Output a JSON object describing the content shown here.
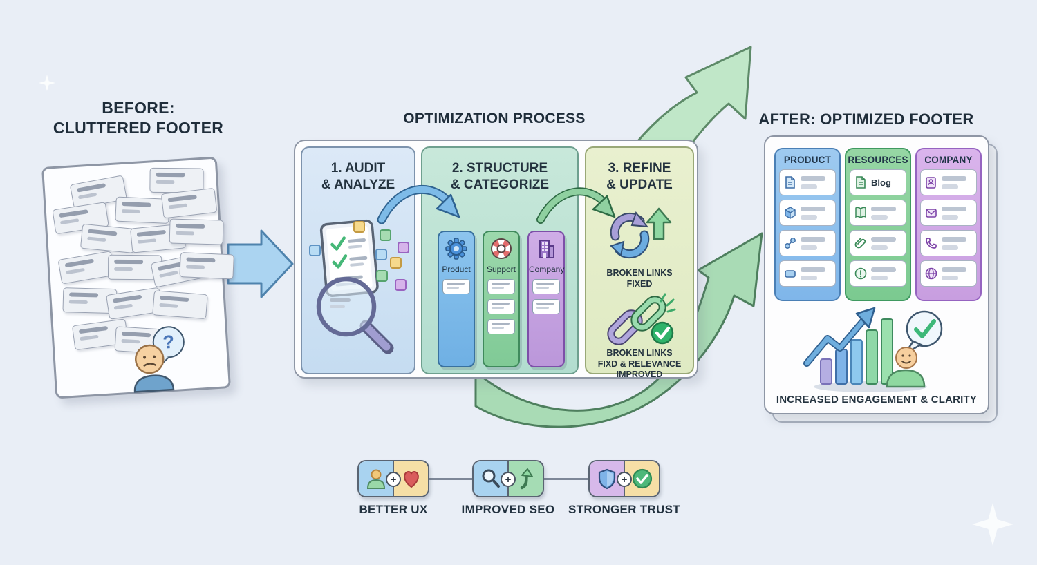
{
  "before": {
    "title": "BEFORE:\nCLUTTERED FOOTER",
    "question_mark": "?"
  },
  "process": {
    "title": "OPTIMIZATION PROCESS",
    "steps": [
      {
        "title": "1. AUDIT\n& ANALYZE"
      },
      {
        "title": "2. STRUCTURE\n& CATEGORIZE",
        "columns": [
          {
            "label": "Product"
          },
          {
            "label": "Support"
          },
          {
            "label": "Company"
          }
        ]
      },
      {
        "title": "3. REFINE\n& UPDATE",
        "caption_top": "BROKEN LINKS\nFIXED",
        "caption_bottom": "BROKEN LINKS\nFIXD & RELEVANCE\nIMPROVED"
      }
    ]
  },
  "after": {
    "title": "AFTER: OPTIMIZED FOOTER",
    "columns": [
      {
        "header": "PRODUCT",
        "items": [
          {
            "icon": "document-icon"
          },
          {
            "icon": "cube-icon"
          },
          {
            "icon": "link-icon"
          },
          {
            "icon": "button-icon"
          }
        ]
      },
      {
        "header": "RESOURCES",
        "items": [
          {
            "icon": "document-icon",
            "label": "Blog"
          },
          {
            "icon": "book-icon"
          },
          {
            "icon": "paperclip-icon"
          },
          {
            "icon": "alert-circle-icon"
          }
        ]
      },
      {
        "header": "COMPANY",
        "items": [
          {
            "icon": "contact-card-icon"
          },
          {
            "icon": "envelope-icon"
          },
          {
            "icon": "phone-icon"
          },
          {
            "icon": "globe-icon"
          }
        ]
      }
    ],
    "caption": "INCREASED ENGAGEMENT & CLARITY"
  },
  "benefits": {
    "plus": "+",
    "items": [
      {
        "label": "BETTER UX",
        "icons": [
          "user-icon",
          "heart-icon"
        ]
      },
      {
        "label": "IMPROVED SEO",
        "icons": [
          "magnifier-icon",
          "growth-arrow-icon"
        ]
      },
      {
        "label": "STRONGER TRUST",
        "icons": [
          "shield-icon",
          "check-circle-icon"
        ]
      }
    ]
  },
  "palette": {
    "background": "#e9eef6",
    "ink": "#1f2d3a",
    "blue": "#7db8e8",
    "green": "#8fd8a8",
    "purple": "#c9a3e2",
    "yellow": "#f6dfa6"
  }
}
